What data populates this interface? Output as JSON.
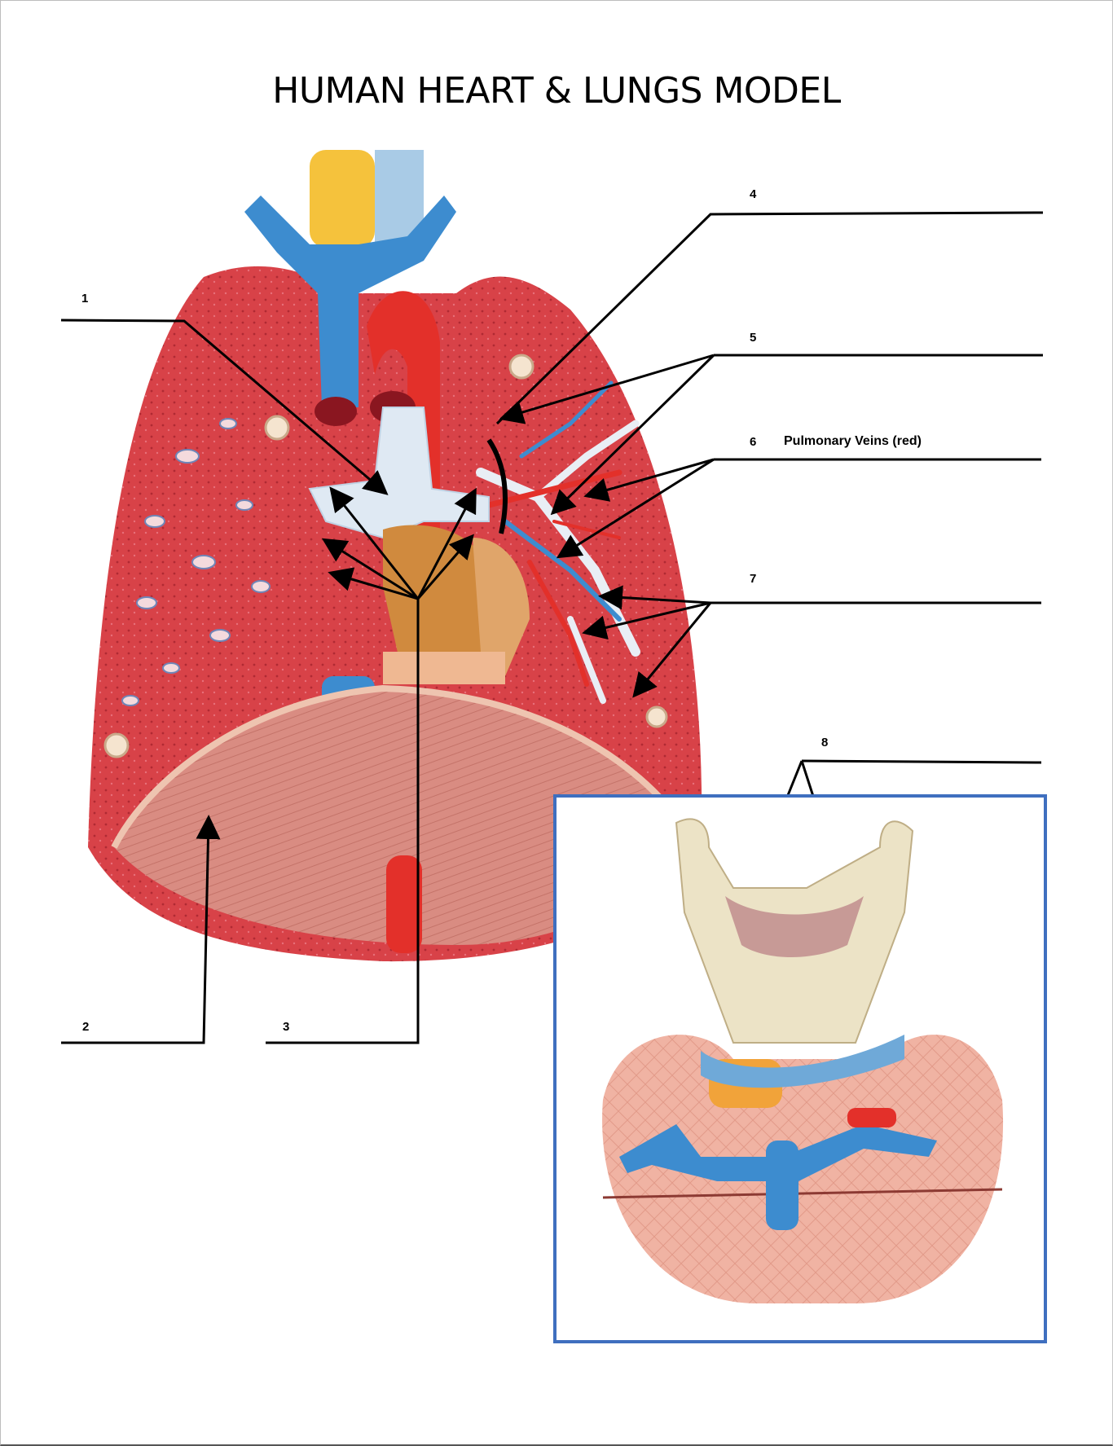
{
  "title": "HUMAN HEART & LUNGS MODEL",
  "labels": [
    {
      "number": "1",
      "answer": ""
    },
    {
      "number": "2",
      "answer": ""
    },
    {
      "number": "3",
      "answer": ""
    },
    {
      "number": "4",
      "answer": ""
    },
    {
      "number": "5",
      "answer": ""
    },
    {
      "number": "6",
      "answer": "Pulmonary Veins (red)"
    },
    {
      "number": "7",
      "answer": ""
    },
    {
      "number": "8",
      "answer": ""
    }
  ],
  "colors": {
    "inset_border": "#3f6fbf",
    "lung_tissue": "#d9484d",
    "vein_blue": "#3d8ccf",
    "artery_red": "#e3302a",
    "diaphragm": "#d88a7f",
    "pleura": "#f0b8a4"
  }
}
